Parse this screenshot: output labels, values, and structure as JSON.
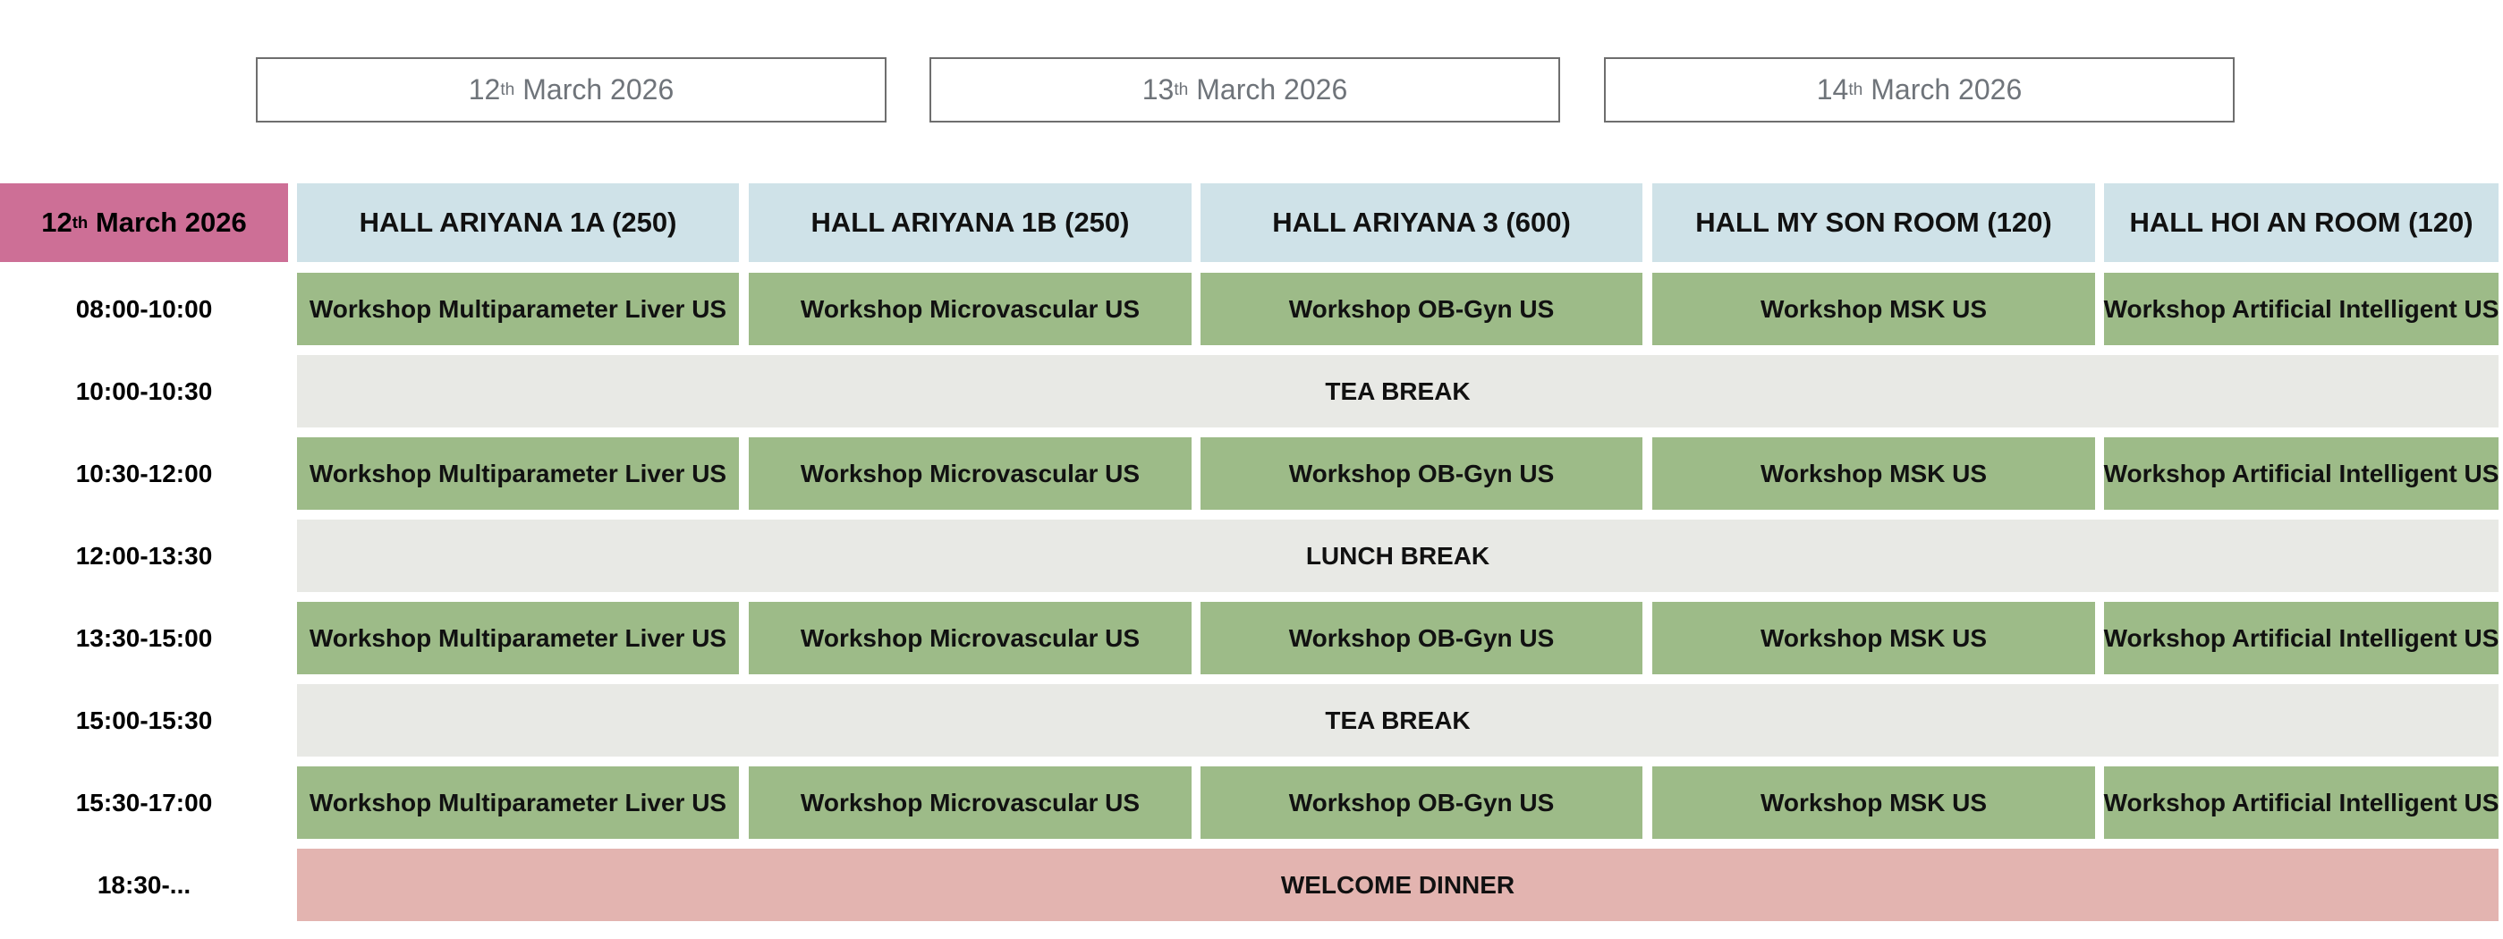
{
  "date_tabs": [
    {
      "day": "12",
      "suffix": "th",
      "rest": " March 2026"
    },
    {
      "day": "13",
      "suffix": "th",
      "rest": " March 2026"
    },
    {
      "day": "14",
      "suffix": "th",
      "rest": " March 2026"
    }
  ],
  "schedule": {
    "date": {
      "day": "12",
      "suffix": "th",
      "rest": " March 2026"
    },
    "halls": [
      "HALL ARIYANA 1A (250)",
      "HALL ARIYANA 1B (250)",
      "HALL ARIYANA 3 (600)",
      "HALL MY SON ROOM (120)",
      "HALL HOI AN ROOM (120)"
    ],
    "rows": [
      {
        "time": "08:00-10:00",
        "type": "ws",
        "sessions": [
          "Workshop Multiparameter Liver US",
          "Workshop Microvascular US",
          "Workshop OB-Gyn US",
          "Workshop MSK US",
          "Workshop Artificial Intelligent US"
        ]
      },
      {
        "time": "10:00-10:30",
        "type": "brk",
        "label": "TEA BREAK"
      },
      {
        "time": "10:30-12:00",
        "type": "ws",
        "sessions": [
          "Workshop Multiparameter Liver US",
          "Workshop Microvascular US",
          "Workshop OB-Gyn US",
          "Workshop MSK US",
          "Workshop Artificial Intelligent US"
        ]
      },
      {
        "time": "12:00-13:30",
        "type": "brk",
        "label": "LUNCH BREAK"
      },
      {
        "time": "13:30-15:00",
        "type": "ws",
        "sessions": [
          "Workshop Multiparameter Liver US",
          "Workshop Microvascular US",
          "Workshop OB-Gyn US",
          "Workshop MSK US",
          "Workshop Artificial Intelligent US"
        ]
      },
      {
        "time": "15:00-15:30",
        "type": "brk",
        "label": "TEA BREAK"
      },
      {
        "time": "15:30-17:00",
        "type": "ws",
        "sessions": [
          "Workshop Multiparameter Liver US",
          "Workshop Microvascular US",
          "Workshop OB-Gyn US",
          "Workshop MSK US",
          "Workshop Artificial Intelligent US"
        ]
      },
      {
        "time": "18:30-...",
        "type": "din",
        "label": "WELCOME DINNER"
      }
    ]
  },
  "colors": {
    "date_cell": "#cd6f96",
    "hall_header": "#cfe2e8",
    "workshop": "#9dbb88",
    "break": "#e8e9e5",
    "dinner": "#e3b4b0"
  }
}
